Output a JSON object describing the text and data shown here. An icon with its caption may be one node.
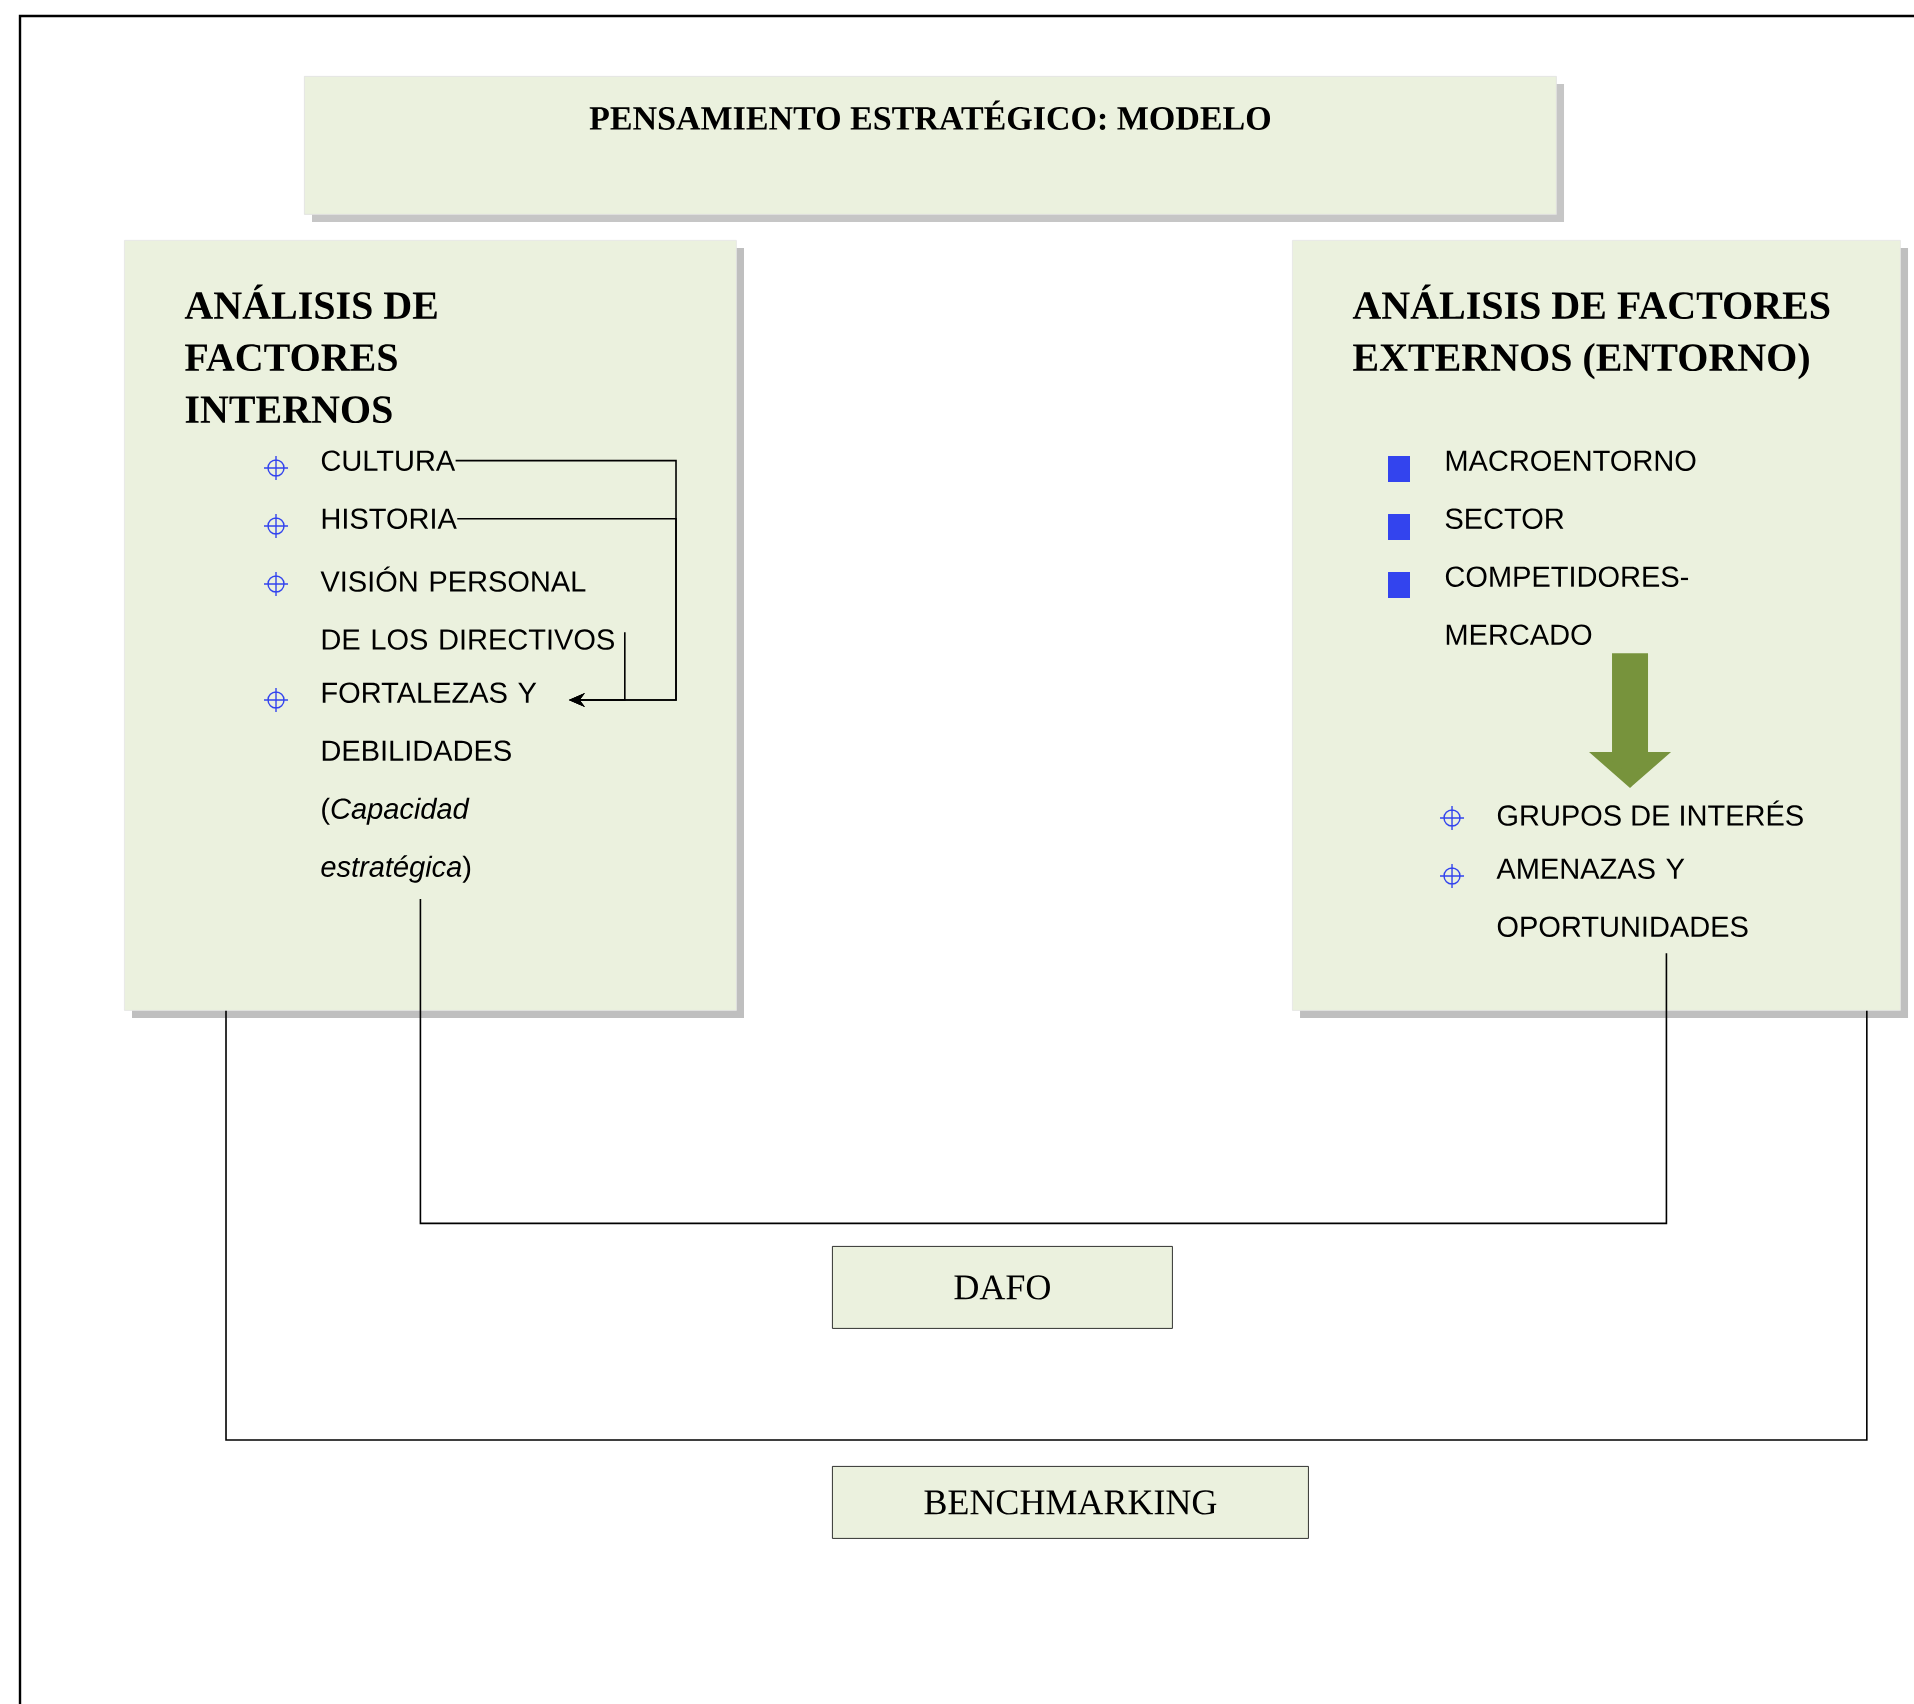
{
  "diagram": {
    "nodes": [
      {
        "text": [
          "PENSAMIENTO ESTRATÉGICO: MODELO"
        ]
      },
      {
        "text": [
          "ANÁLISIS DE FACTORES INTERNOS"
        ]
      },
      {
        "text": [
          "CULTURA"
        ],
        "in": 1
      },
      {
        "text": [
          "HISTORIA"
        ],
        "in": 1
      },
      {
        "text": [
          "VISIÓN PERSONAL DE LOS DIRECTIVOS"
        ],
        "in": 1
      },
      {
        "text": [
          "FORTALEZAS Y DEBILIDADES (*Capacidad estratégica*)"
        ],
        "in": 1
      },
      {
        "text": [
          "ANÁLISIS DE FACTORES EXTERNOS (ENTORNO)"
        ]
      },
      {
        "text": [
          "MACROENTORNO"
        ],
        "in": 6
      },
      {
        "text": [
          "SECTOR"
        ],
        "in": 6
      },
      {
        "text": [
          "COMPETIDORES-MERCADO"
        ],
        "in": 6
      },
      {
        "text": [
          "GRUPOS DE INTERÉS"
        ],
        "in": 6
      },
      {
        "text": [
          "AMENAZAS Y OPORTUNIDADES"
        ],
        "in": 6
      },
      {
        "text": [
          "DAFO"
        ]
      },
      {
        "text": [
          "BENCHMARKING"
        ]
      }
    ],
    "edges": [
      {
        "from": 2,
        "to": 5,
        "arrow": "to"
      },
      {
        "from": 3,
        "to": 5,
        "arrow": "to"
      },
      {
        "from": 4,
        "to": 5,
        "arrow": "to"
      },
      {
        "from": 9,
        "to": 10,
        "arrow": "to",
        "style": "thick",
        "color": "#77933c"
      },
      {
        "from": 5,
        "to": 11,
        "arrow": "none"
      },
      {
        "from": 1,
        "to": 6,
        "arrow": "none"
      }
    ]
  }
}
